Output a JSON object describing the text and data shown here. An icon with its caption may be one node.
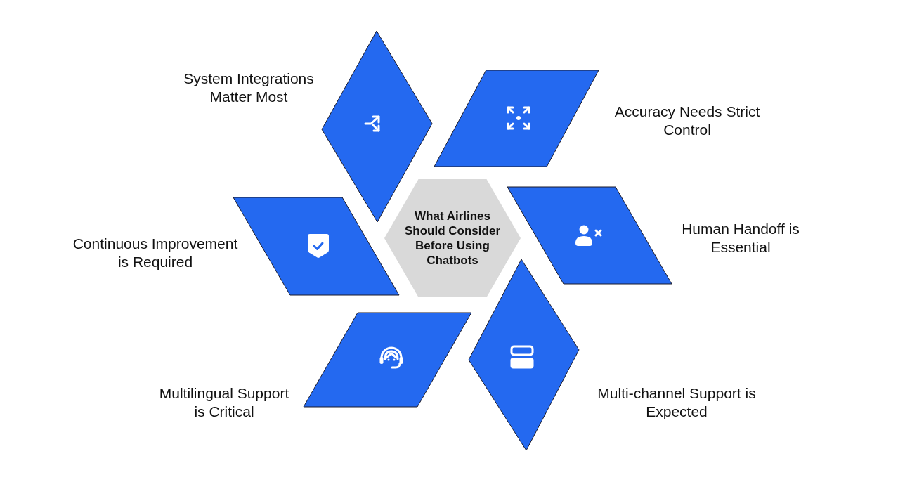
{
  "diagram": {
    "nodes": [
      {
        "text": [
          "What Airlines Should Consider Before Using Chatbots"
        ]
      },
      {
        "text": [],
        "shape": "diamond",
        "beside": [
          "System Integrations Matter Most"
        ]
      },
      {
        "text": [],
        "shape": "parallelogram",
        "beside": [
          "Accuracy Needs Strict Control"
        ]
      },
      {
        "text": [],
        "shape": "parallelogram",
        "beside": [
          "Human Handoff is Essential"
        ]
      },
      {
        "text": [],
        "shape": "diamond",
        "beside": [
          "Multi-channel Support is Expected"
        ]
      },
      {
        "text": [],
        "shape": "parallelogram",
        "beside": [
          "Multilingual Support is Critical"
        ]
      },
      {
        "text": [],
        "shape": "parallelogram",
        "beside": [
          "Continuous Improvement is Required"
        ]
      }
    ]
  }
}
